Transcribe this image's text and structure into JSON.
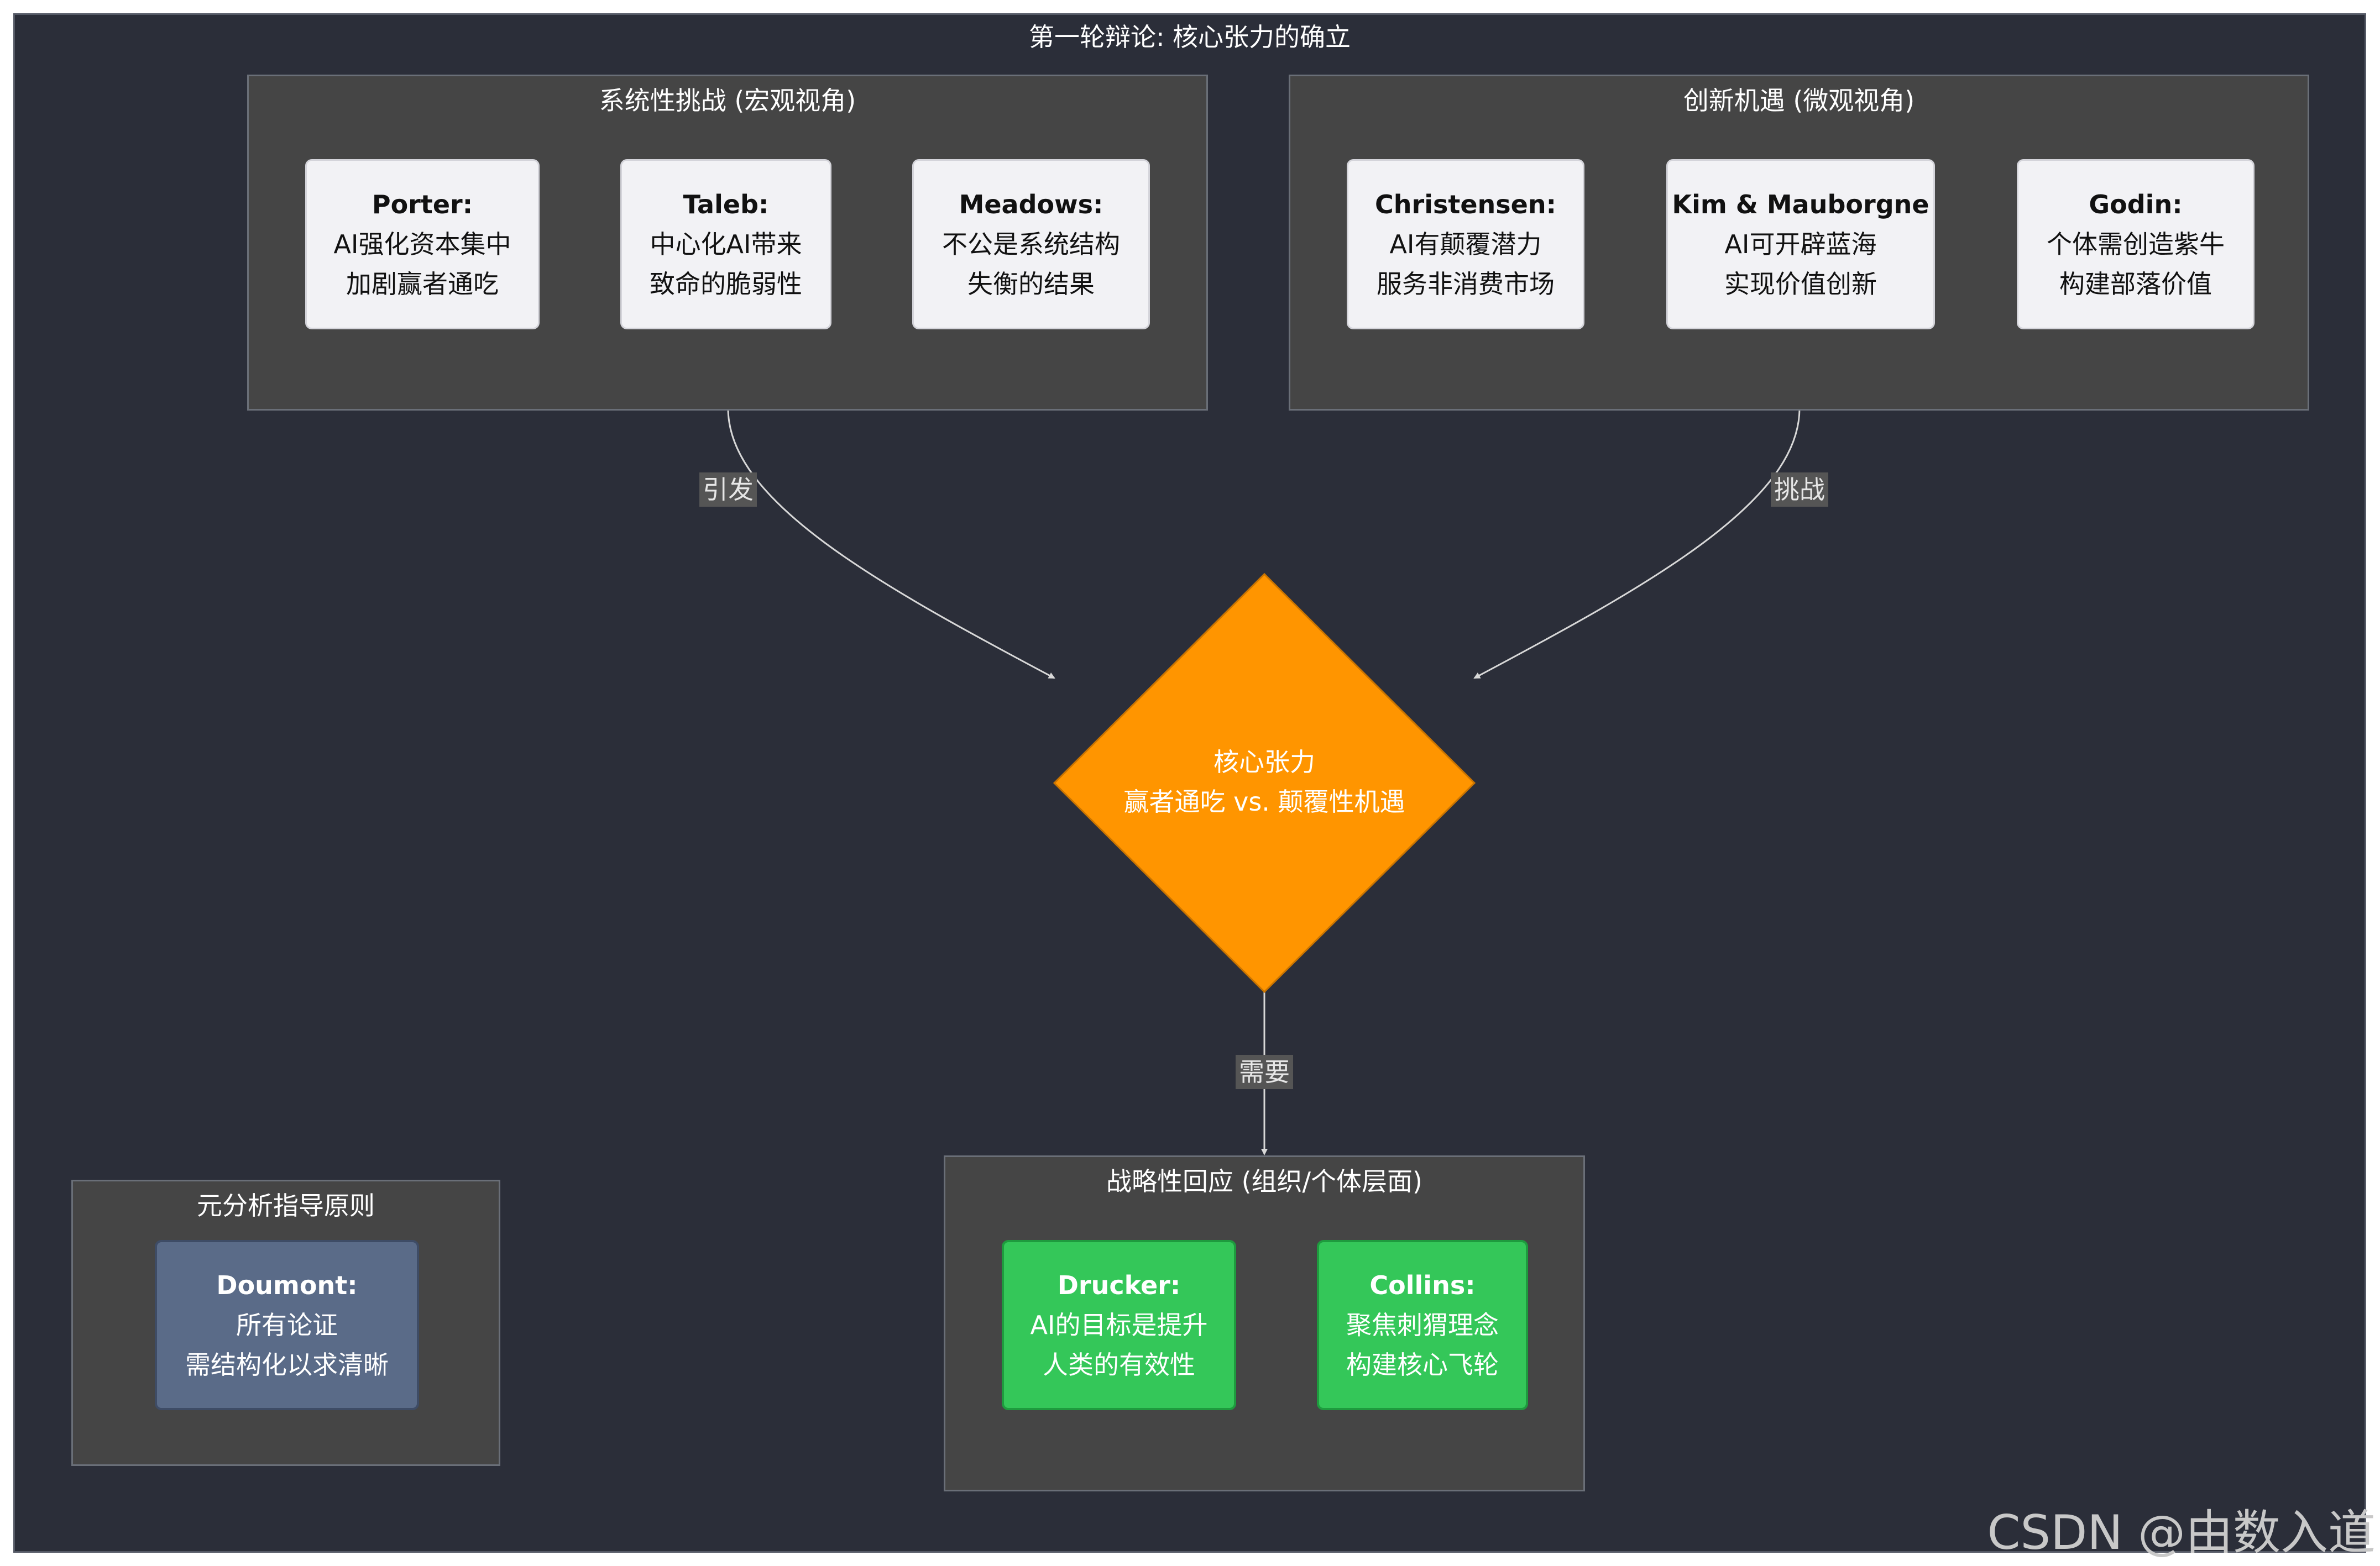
{
  "diagram": {
    "title": "第一轮辩论: 核心张力的确立",
    "clusters": {
      "systemic": {
        "title": "系统性挑战 (宏观视角)",
        "nodes": [
          {
            "head": "Porter:",
            "line1": "AI强化资本集中",
            "line2": "加剧赢者通吃"
          },
          {
            "head": "Taleb:",
            "line1": "中心化AI带来",
            "line2": "致命的脆弱性"
          },
          {
            "head": "Meadows:",
            "line1": "不公是系统结构",
            "line2": "失衡的结果"
          }
        ]
      },
      "innovation": {
        "title": "创新机遇 (微观视角)",
        "nodes": [
          {
            "head": "Christensen:",
            "line1": "AI有颠覆潜力",
            "line2": "服务非消费市场"
          },
          {
            "head": "Kim & Mauborgne",
            "line1": "AI可开辟蓝海",
            "line2": "实现价值创新"
          },
          {
            "head": "Godin:",
            "line1": "个体需创造紫牛",
            "line2": "构建部落价值"
          }
        ]
      },
      "strategic": {
        "title": "战略性回应 (组织/个体层面)",
        "nodes": [
          {
            "head": "Drucker:",
            "line1": "AI的目标是提升",
            "line2": "人类的有效性"
          },
          {
            "head": "Collins:",
            "line1": "聚焦刺猬理念",
            "line2": "构建核心飞轮"
          }
        ]
      },
      "meta": {
        "title": "元分析指导原则",
        "nodes": [
          {
            "head": "Doumont:",
            "line1": "所有论证",
            "line2": "需结构化以求清晰"
          }
        ]
      }
    },
    "core": {
      "line1": "核心张力",
      "line2": "赢者通吃 vs. 颠覆性机遇"
    },
    "edge_labels": {
      "trigger": "引发",
      "challenge": "挑战",
      "need": "需要"
    },
    "colors": {
      "background": "#2b2e39",
      "cluster": "#454545",
      "diamond": "#ff9500",
      "green_node": "#34c759",
      "slate_node": "#5a6b88",
      "light_node": "#f2f2f5"
    }
  },
  "watermark": "CSDN @由数入道"
}
